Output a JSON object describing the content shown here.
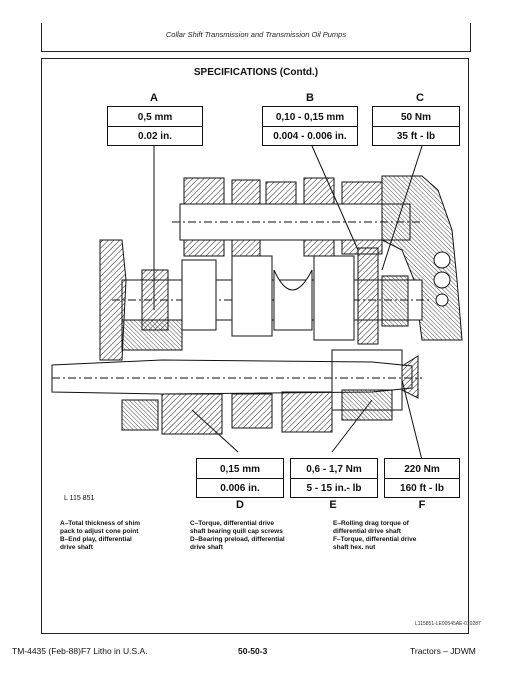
{
  "header": {
    "title": "Collar Shift Transmission and Transmission Oil Pumps"
  },
  "section_title": "SPECIFICATIONS (Contd.)",
  "callouts": {
    "A": {
      "letter": "A",
      "line1": "0,5 mm",
      "line2": "0.02 in."
    },
    "B": {
      "letter": "B",
      "line1": "0,10 - 0,15 mm",
      "line2": "0.004 - 0.006 in."
    },
    "C": {
      "letter": "C",
      "line1": "50 Nm",
      "line2": "35 ft - lb"
    },
    "D": {
      "letter": "D",
      "line1": "0,15 mm",
      "line2": "0.006 in."
    },
    "E": {
      "letter": "E",
      "line1": "0,6 - 1,7 Nm",
      "line2": "5 - 15 in.- lb"
    },
    "F": {
      "letter": "F",
      "line1": "220 Nm",
      "line2": "160 ft - lb"
    }
  },
  "figure_ref": "L 115 851",
  "legend": {
    "col1": [
      "A–Total thickness of shim",
      "pack to adjust cone point",
      "B–End play, differential",
      "drive shaft"
    ],
    "col2": [
      "C–Torque, differential drive",
      "shaft bearing quill cap screws",
      "D–Bearing preload, differential",
      "drive shaft"
    ],
    "col3": [
      "E–Rolling drag torque of",
      "differential drive shaft",
      "F–Torque, differential drive",
      "shaft hex. nut"
    ]
  },
  "image_code": "L115851-LE00545AE-010287",
  "footer": {
    "left": "TM-4435 (Feb-88)F7 Litho in U.S.A.",
    "center": "50-50-3",
    "right": "Tractors – JDWM"
  }
}
